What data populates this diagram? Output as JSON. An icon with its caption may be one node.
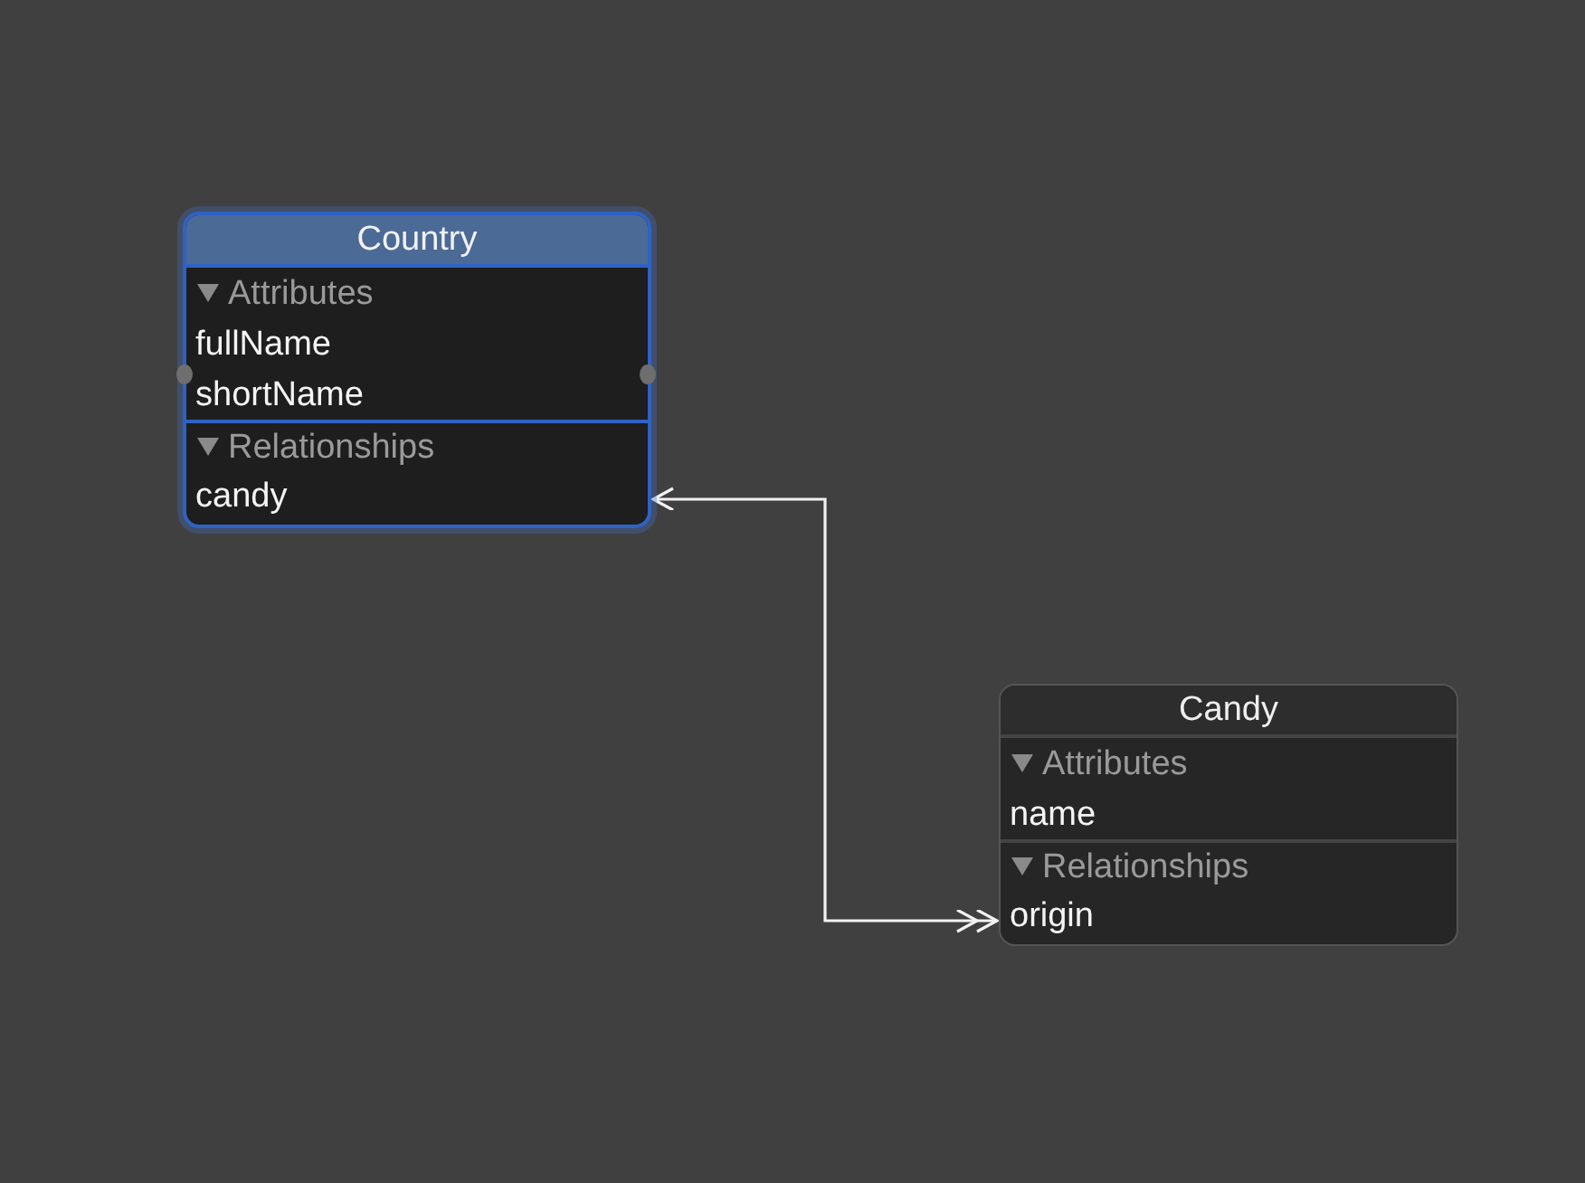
{
  "diagram": {
    "nodes": [
      {
        "text": [
          "Country",
          "Attributes",
          "fullName",
          "shortName",
          "Relationships",
          "candy"
        ]
      },
      {
        "text": [
          "Candy",
          "Attributes",
          "name",
          "Relationships",
          "origin"
        ]
      }
    ],
    "edges": [
      {
        "from": 0,
        "to": 1,
        "arrow": "both"
      }
    ]
  }
}
